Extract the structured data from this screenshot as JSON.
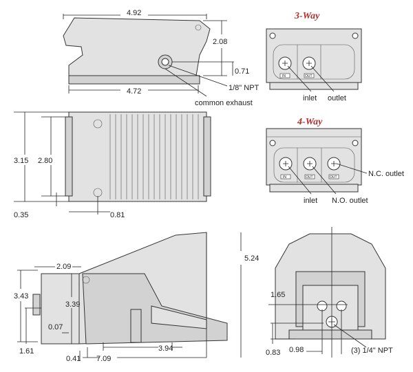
{
  "colors": {
    "title_red": "#b03030",
    "body_fill": "#e2e2e2",
    "line": "#222222"
  },
  "side_view": {
    "dim_top_length": "4.92",
    "dim_height": "2.08",
    "dim_port_height": "0.71",
    "port_label": "1/8\" NPT",
    "dim_base_length": "4.72",
    "exhaust_label": "common exhaust"
  },
  "three_way": {
    "title": "3-Way",
    "port_tags": [
      "IN",
      "OUT"
    ],
    "callouts": {
      "inlet": "inlet",
      "outlet": "outlet"
    }
  },
  "four_way": {
    "title": "4-Way",
    "port_tags": [
      "IN",
      "OUT",
      "OUT"
    ],
    "callouts": {
      "nc_outlet": "N.C. outlet",
      "inlet": "inlet",
      "no_outlet": "N.O. outlet"
    }
  },
  "top_view": {
    "dim_overall_width": "3.15",
    "dim_inner_width": "2.80",
    "dim_offset": "0.35",
    "dim_hole": "0.81"
  },
  "guard_side_view": {
    "dim_total_height": "5.24",
    "dim_overhang": "2.09",
    "dim_bracket_height": "3.43",
    "dim_guard_height": "3.39",
    "dim_gap": "0.07",
    "dim_mount_height": "1.61",
    "dim_offset": "0.41",
    "dim_length": "7.09",
    "dim_pedal": "3.94"
  },
  "guard_front_view": {
    "dim_port_height": "1.65",
    "dim_lower_port": "0.83",
    "dim_port_spacing": "0.98",
    "port_label": "(3) 1/4\" NPT"
  }
}
